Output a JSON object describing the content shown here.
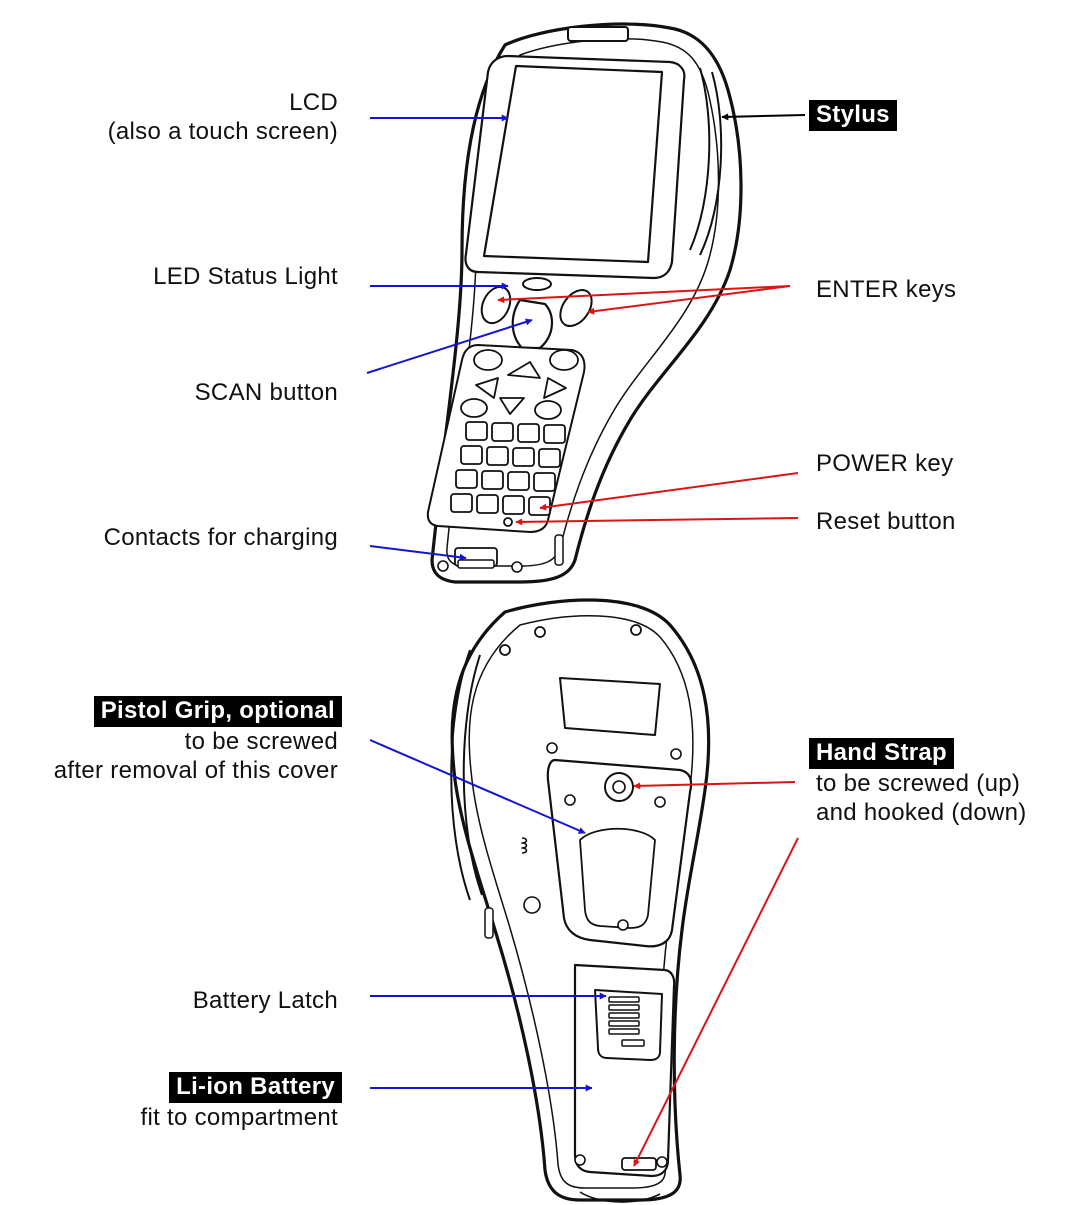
{
  "front_labels": {
    "lcd": "LCD",
    "lcd_note": "(also a touch screen)",
    "stylus": "Stylus",
    "led": "LED Status Light",
    "enter": "ENTER keys",
    "scan": "SCAN button",
    "power": "POWER key",
    "reset": "Reset button",
    "contacts": "Contacts for charging"
  },
  "back_labels": {
    "pistol_title": "Pistol Grip, optional",
    "pistol_line1": "to be screwed",
    "pistol_line2": "after removal of this cover",
    "strap_title": "Hand Strap",
    "strap_line1": "to be screwed (up)",
    "strap_line2": "and hooked (down)",
    "latch": "Battery Latch",
    "battery_title": "Li-ion Battery",
    "battery_note": "fit to compartment"
  },
  "colors": {
    "blue_arrow": "#1414d2",
    "red_arrow": "#dc1414",
    "black_arrow": "#000000"
  }
}
